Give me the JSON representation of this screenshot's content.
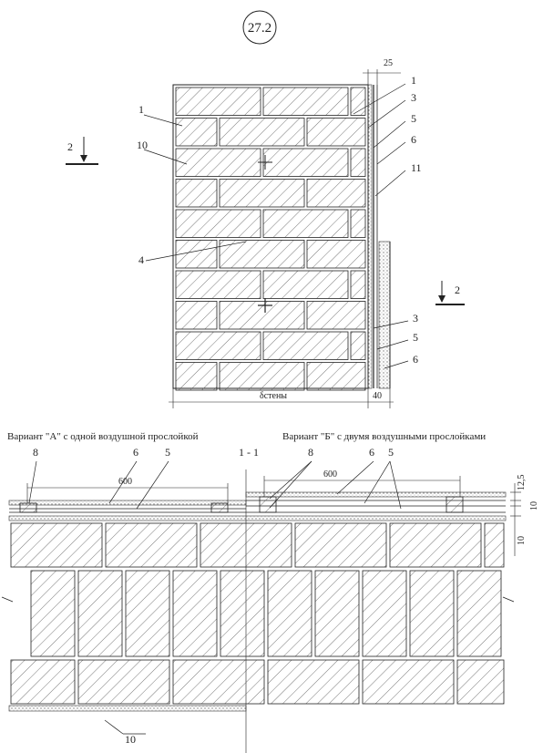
{
  "sheet_number": "27.2",
  "elevation": {
    "callouts_left": [
      "1",
      "10",
      "4"
    ],
    "callouts_right_top": [
      "1",
      "3",
      "5",
      "6",
      "11"
    ],
    "callouts_right_bottom": [
      "3",
      "5",
      "6"
    ],
    "section_mark_left": "2",
    "section_mark_right": "2",
    "dim_top_25": "25",
    "dim_wall_thickness": "δстены",
    "dim_facing": "40"
  },
  "section": {
    "title": "1 - 1",
    "variant_a_label": "Вариант \"А\" с одной воздушной прослойкой",
    "variant_b_label": "Вариант \"Б\" с двумя воздушными прослойками",
    "variant_a_callouts": [
      "8",
      "6",
      "5"
    ],
    "variant_b_callouts": [
      "8",
      "6",
      "5"
    ],
    "dim_600_a": "600",
    "dim_600_b": "600",
    "dim_12_5": "12,5",
    "dim_10_a": "10",
    "dim_10_b": "10",
    "bottom_callout": "10"
  }
}
